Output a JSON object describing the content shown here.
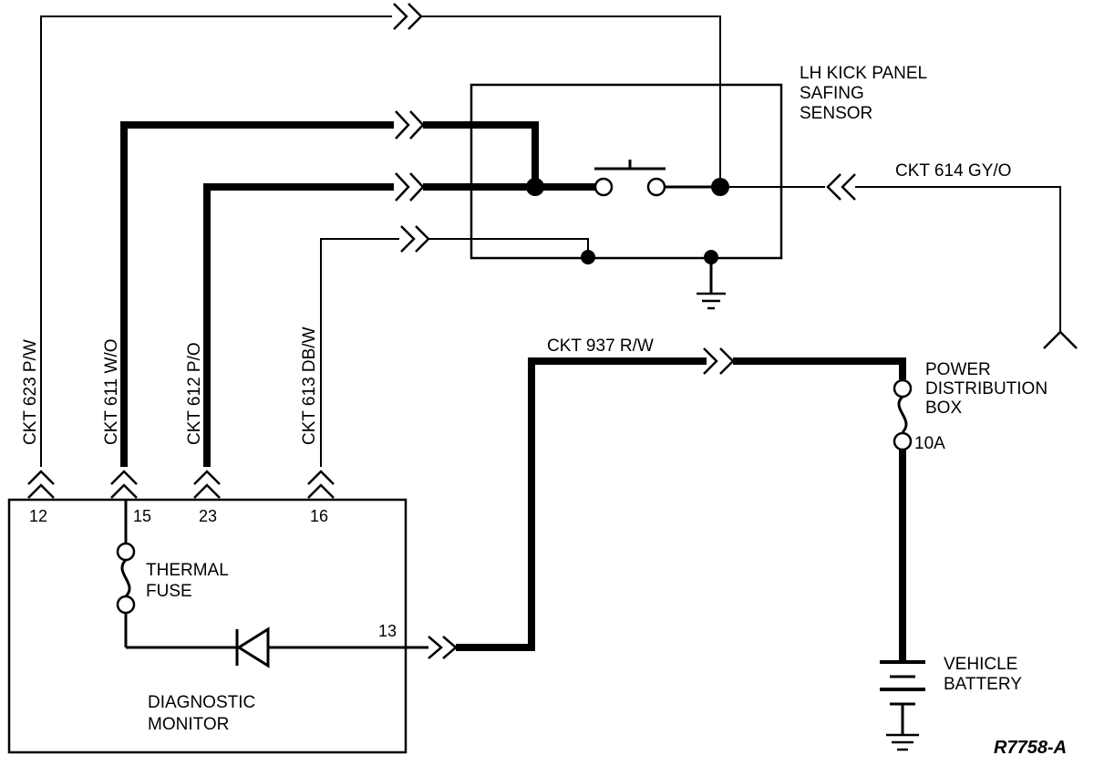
{
  "sensor": {
    "line1": "LH KICK PANEL",
    "line2": "SAFING",
    "line3": "SENSOR"
  },
  "monitor": {
    "line1": "DIAGNOSTIC",
    "line2": "MONITOR"
  },
  "fuse": {
    "line1": "THERMAL",
    "line2": "FUSE"
  },
  "pdb": {
    "line1": "POWER",
    "line2": "DISTRIBUTION",
    "line3": "BOX",
    "rating": "10A"
  },
  "battery": {
    "line1": "VEHICLE",
    "line2": "BATTERY"
  },
  "circuits": {
    "ckt623": "CKT 623 P/W",
    "ckt611": "CKT 611 W/O",
    "ckt612": "CKT 612 P/O",
    "ckt613": "CKT 613 DB/W",
    "ckt614": "CKT 614 GY/O",
    "ckt937": "CKT 937 R/W"
  },
  "pins": {
    "p12": "12",
    "p15": "15",
    "p23": "23",
    "p16": "16",
    "p13": "13"
  },
  "figure_id": "R7758-A"
}
